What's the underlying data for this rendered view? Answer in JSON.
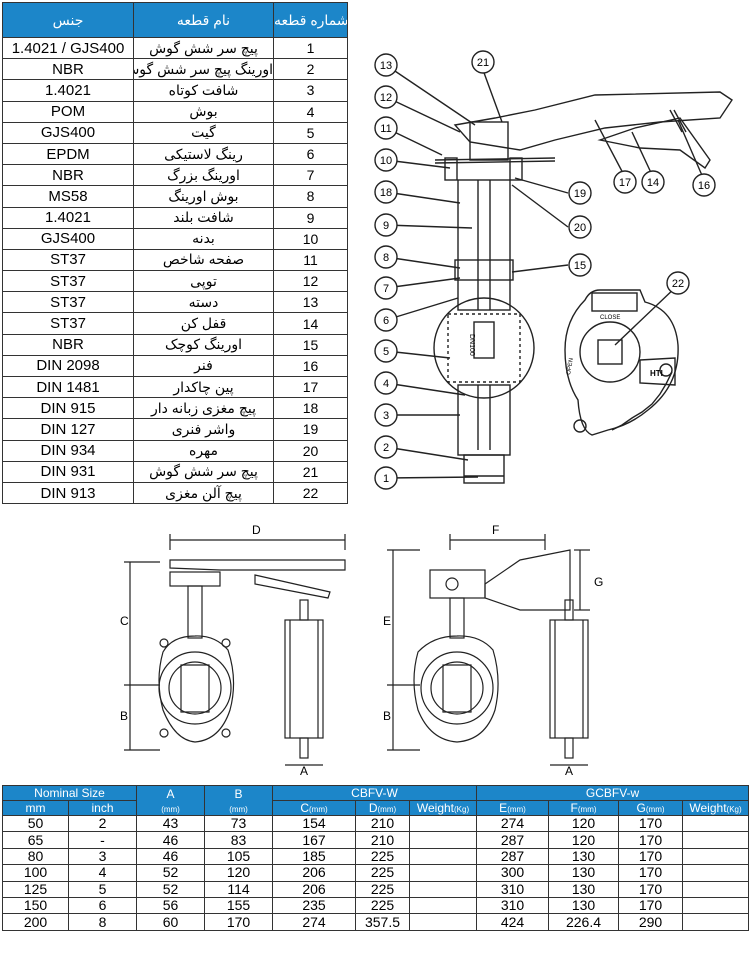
{
  "parts_table": {
    "headers": {
      "material": "جنس",
      "name": "نام قطعه",
      "number": "شماره قطعه"
    },
    "rows": [
      {
        "material": "1.4021 / GJS400",
        "name": "پیچ سر شش گوش",
        "number": "1"
      },
      {
        "material": "NBR",
        "name": "اورینگ پیچ سر شش گوش",
        "number": "2"
      },
      {
        "material": "1.4021",
        "name": "شافت کوتاه",
        "number": "3"
      },
      {
        "material": "POM",
        "name": "بوش",
        "number": "4"
      },
      {
        "material": "GJS400",
        "name": "گیت",
        "number": "5"
      },
      {
        "material": "EPDM",
        "name": "رینگ لاستیکی",
        "number": "6"
      },
      {
        "material": "NBR",
        "name": "اورینگ بزرگ",
        "number": "7"
      },
      {
        "material": "MS58",
        "name": "بوش اورینگ",
        "number": "8"
      },
      {
        "material": "1.4021",
        "name": "شافت بلند",
        "number": "9"
      },
      {
        "material": "GJS400",
        "name": "بدنه",
        "number": "10"
      },
      {
        "material": "ST37",
        "name": "صفحه شاخص",
        "number": "11"
      },
      {
        "material": "ST37",
        "name": "توپی",
        "number": "12"
      },
      {
        "material": "ST37",
        "name": "دسته",
        "number": "13"
      },
      {
        "material": "ST37",
        "name": "قفل کن",
        "number": "14"
      },
      {
        "material": "NBR",
        "name": "اورینگ کوچک",
        "number": "15"
      },
      {
        "material": "DIN 2098",
        "name": "فنر",
        "number": "16"
      },
      {
        "material": "DIN 1481",
        "name": "پین چاکدار",
        "number": "17"
      },
      {
        "material": "DIN 915",
        "name": "پیچ مغزی زبانه دار",
        "number": "18"
      },
      {
        "material": "DIN 127",
        "name": "واشر فنری",
        "number": "19"
      },
      {
        "material": "DIN 934",
        "name": "مهره",
        "number": "20"
      },
      {
        "material": "DIN 931",
        "name": "پیچ سر شش گوش",
        "number": "21"
      },
      {
        "material": "DIN 913",
        "name": "پیچ آلن مغزی",
        "number": "22"
      }
    ]
  },
  "diagram": {
    "callouts_left": [
      "13",
      "12",
      "11",
      "10",
      "18",
      "9",
      "8",
      "7",
      "6",
      "5",
      "4",
      "3",
      "2",
      "1"
    ],
    "callouts_right": [
      "21",
      "19",
      "20",
      "15",
      "17",
      "14",
      "16",
      "22"
    ],
    "gear_labels": {
      "close": "CLOSE",
      "open": "OPEN",
      "brand": "HTI",
      "size_mark": "DN100"
    },
    "dimension_letters": {
      "a": "A",
      "b": "B",
      "c": "C",
      "d": "D",
      "e": "E",
      "f": "F",
      "g": "G"
    }
  },
  "specs_table": {
    "group_headers": {
      "nominal": "Nominal Size",
      "a": "A",
      "b": "B",
      "cbfv": "CBFV-W",
      "gcbfv": "GCBFV-w"
    },
    "unit": "(mm)",
    "sub_headers": {
      "mm": "mm",
      "inch": "inch",
      "c": "C",
      "d": "D",
      "weight_left": "Weight",
      "e": "E",
      "f": "F",
      "g": "G",
      "weight_right": "Weight",
      "weight_unit": "(Kg)"
    },
    "rows": [
      {
        "mm": "50",
        "inch": "2",
        "a": "43",
        "b": "73",
        "c": "154",
        "d": "210",
        "w1": "",
        "e": "274",
        "f": "120",
        "g": "170",
        "w2": ""
      },
      {
        "mm": "65",
        "inch": "-",
        "a": "46",
        "b": "83",
        "c": "167",
        "d": "210",
        "w1": "",
        "e": "287",
        "f": "120",
        "g": "170",
        "w2": ""
      },
      {
        "mm": "80",
        "inch": "3",
        "a": "46",
        "b": "105",
        "c": "185",
        "d": "225",
        "w1": "",
        "e": "287",
        "f": "130",
        "g": "170",
        "w2": ""
      },
      {
        "mm": "100",
        "inch": "4",
        "a": "52",
        "b": "120",
        "c": "206",
        "d": "225",
        "w1": "",
        "e": "300",
        "f": "130",
        "g": "170",
        "w2": ""
      },
      {
        "mm": "125",
        "inch": "5",
        "a": "52",
        "b": "114",
        "c": "206",
        "d": "225",
        "w1": "",
        "e": "310",
        "f": "130",
        "g": "170",
        "w2": ""
      },
      {
        "mm": "150",
        "inch": "6",
        "a": "56",
        "b": "155",
        "c": "235",
        "d": "225",
        "w1": "",
        "e": "310",
        "f": "130",
        "g": "170",
        "w2": ""
      },
      {
        "mm": "200",
        "inch": "8",
        "a": "60",
        "b": "170",
        "c": "274",
        "d": "357.5",
        "w1": "",
        "e": "424",
        "f": "226.4",
        "g": "290",
        "w2": ""
      }
    ]
  },
  "colors": {
    "header_blue": "#1c86c9",
    "header_text": "#ffffff",
    "line": "#333333"
  }
}
